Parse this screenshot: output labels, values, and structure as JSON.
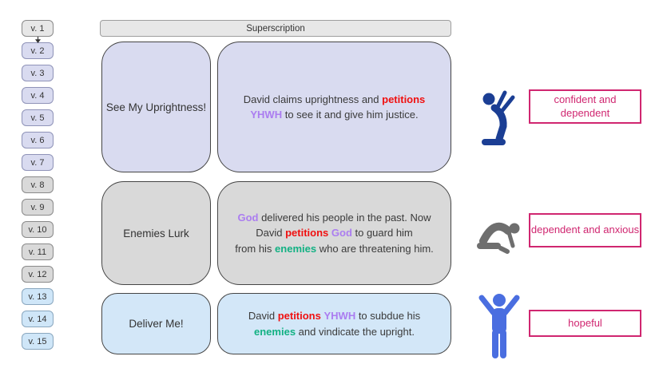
{
  "palette": {
    "lavender_box": "#d9dbf0",
    "gray_box": "#d9d9d9",
    "blue_box": "#d3e7f8",
    "superscription_bg": "#e7e7e7",
    "petition_red": "#f01010",
    "deity_purple": "#ab7df0",
    "enemy_green": "#12b183",
    "mood_pink": "#d02670",
    "icon_navy": "#1b3e94",
    "icon_gray": "#6e6e6e",
    "icon_blue": "#4a6ee0"
  },
  "superscription": {
    "label": "Superscription"
  },
  "verse_rail": [
    {
      "label": "v. 1",
      "group": "superscription"
    },
    {
      "label": "v. 2",
      "group": "uprightness"
    },
    {
      "label": "v. 3",
      "group": "uprightness"
    },
    {
      "label": "v. 4",
      "group": "uprightness"
    },
    {
      "label": "v. 5",
      "group": "uprightness"
    },
    {
      "label": "v. 6",
      "group": "uprightness"
    },
    {
      "label": "v. 7",
      "group": "uprightness"
    },
    {
      "label": "v. 8",
      "group": "enemies"
    },
    {
      "label": "v. 9",
      "group": "enemies"
    },
    {
      "label": "v. 10",
      "group": "enemies"
    },
    {
      "label": "v. 11",
      "group": "enemies"
    },
    {
      "label": "v. 12",
      "group": "enemies"
    },
    {
      "label": "v. 13",
      "group": "deliver"
    },
    {
      "label": "v. 14",
      "group": "deliver"
    },
    {
      "label": "v. 15",
      "group": "deliver"
    }
  ],
  "sections": [
    {
      "title": "See My Uprightness!",
      "description": [
        {
          "text": "David claims uprightness and ",
          "style": "normal"
        },
        {
          "text": "petitions",
          "style": "petition"
        },
        {
          "text": "\n",
          "style": "normal"
        },
        {
          "text": "YHWH",
          "style": "deity"
        },
        {
          "text": " to see it and give him justice.",
          "style": "normal"
        }
      ],
      "icon": "kneeling-praying-figure",
      "mood": "confident and dependent"
    },
    {
      "title": "Enemies Lurk",
      "description": [
        {
          "text": "God",
          "style": "deity"
        },
        {
          "text": " delivered his people in the past. Now\nDavid ",
          "style": "normal"
        },
        {
          "text": "petitions",
          "style": "petition"
        },
        {
          "text": " ",
          "style": "normal"
        },
        {
          "text": "God",
          "style": "deity"
        },
        {
          "text": " to guard him\nfrom his ",
          "style": "normal"
        },
        {
          "text": "enemies",
          "style": "enemy"
        },
        {
          "text": " who are threatening him.",
          "style": "normal"
        }
      ],
      "icon": "prostrate-bowing-figure",
      "mood": "dependent and anxious"
    },
    {
      "title": "Deliver Me!",
      "description": [
        {
          "text": "David ",
          "style": "normal"
        },
        {
          "text": "petitions",
          "style": "petition"
        },
        {
          "text": " ",
          "style": "normal"
        },
        {
          "text": "YHWH",
          "style": "deity"
        },
        {
          "text": " to subdue his\n",
          "style": "normal"
        },
        {
          "text": "enemies",
          "style": "enemy"
        },
        {
          "text": " and vindicate the upright.",
          "style": "normal"
        }
      ],
      "icon": "arms-raised-victory-figure",
      "mood": "hopeful"
    }
  ]
}
